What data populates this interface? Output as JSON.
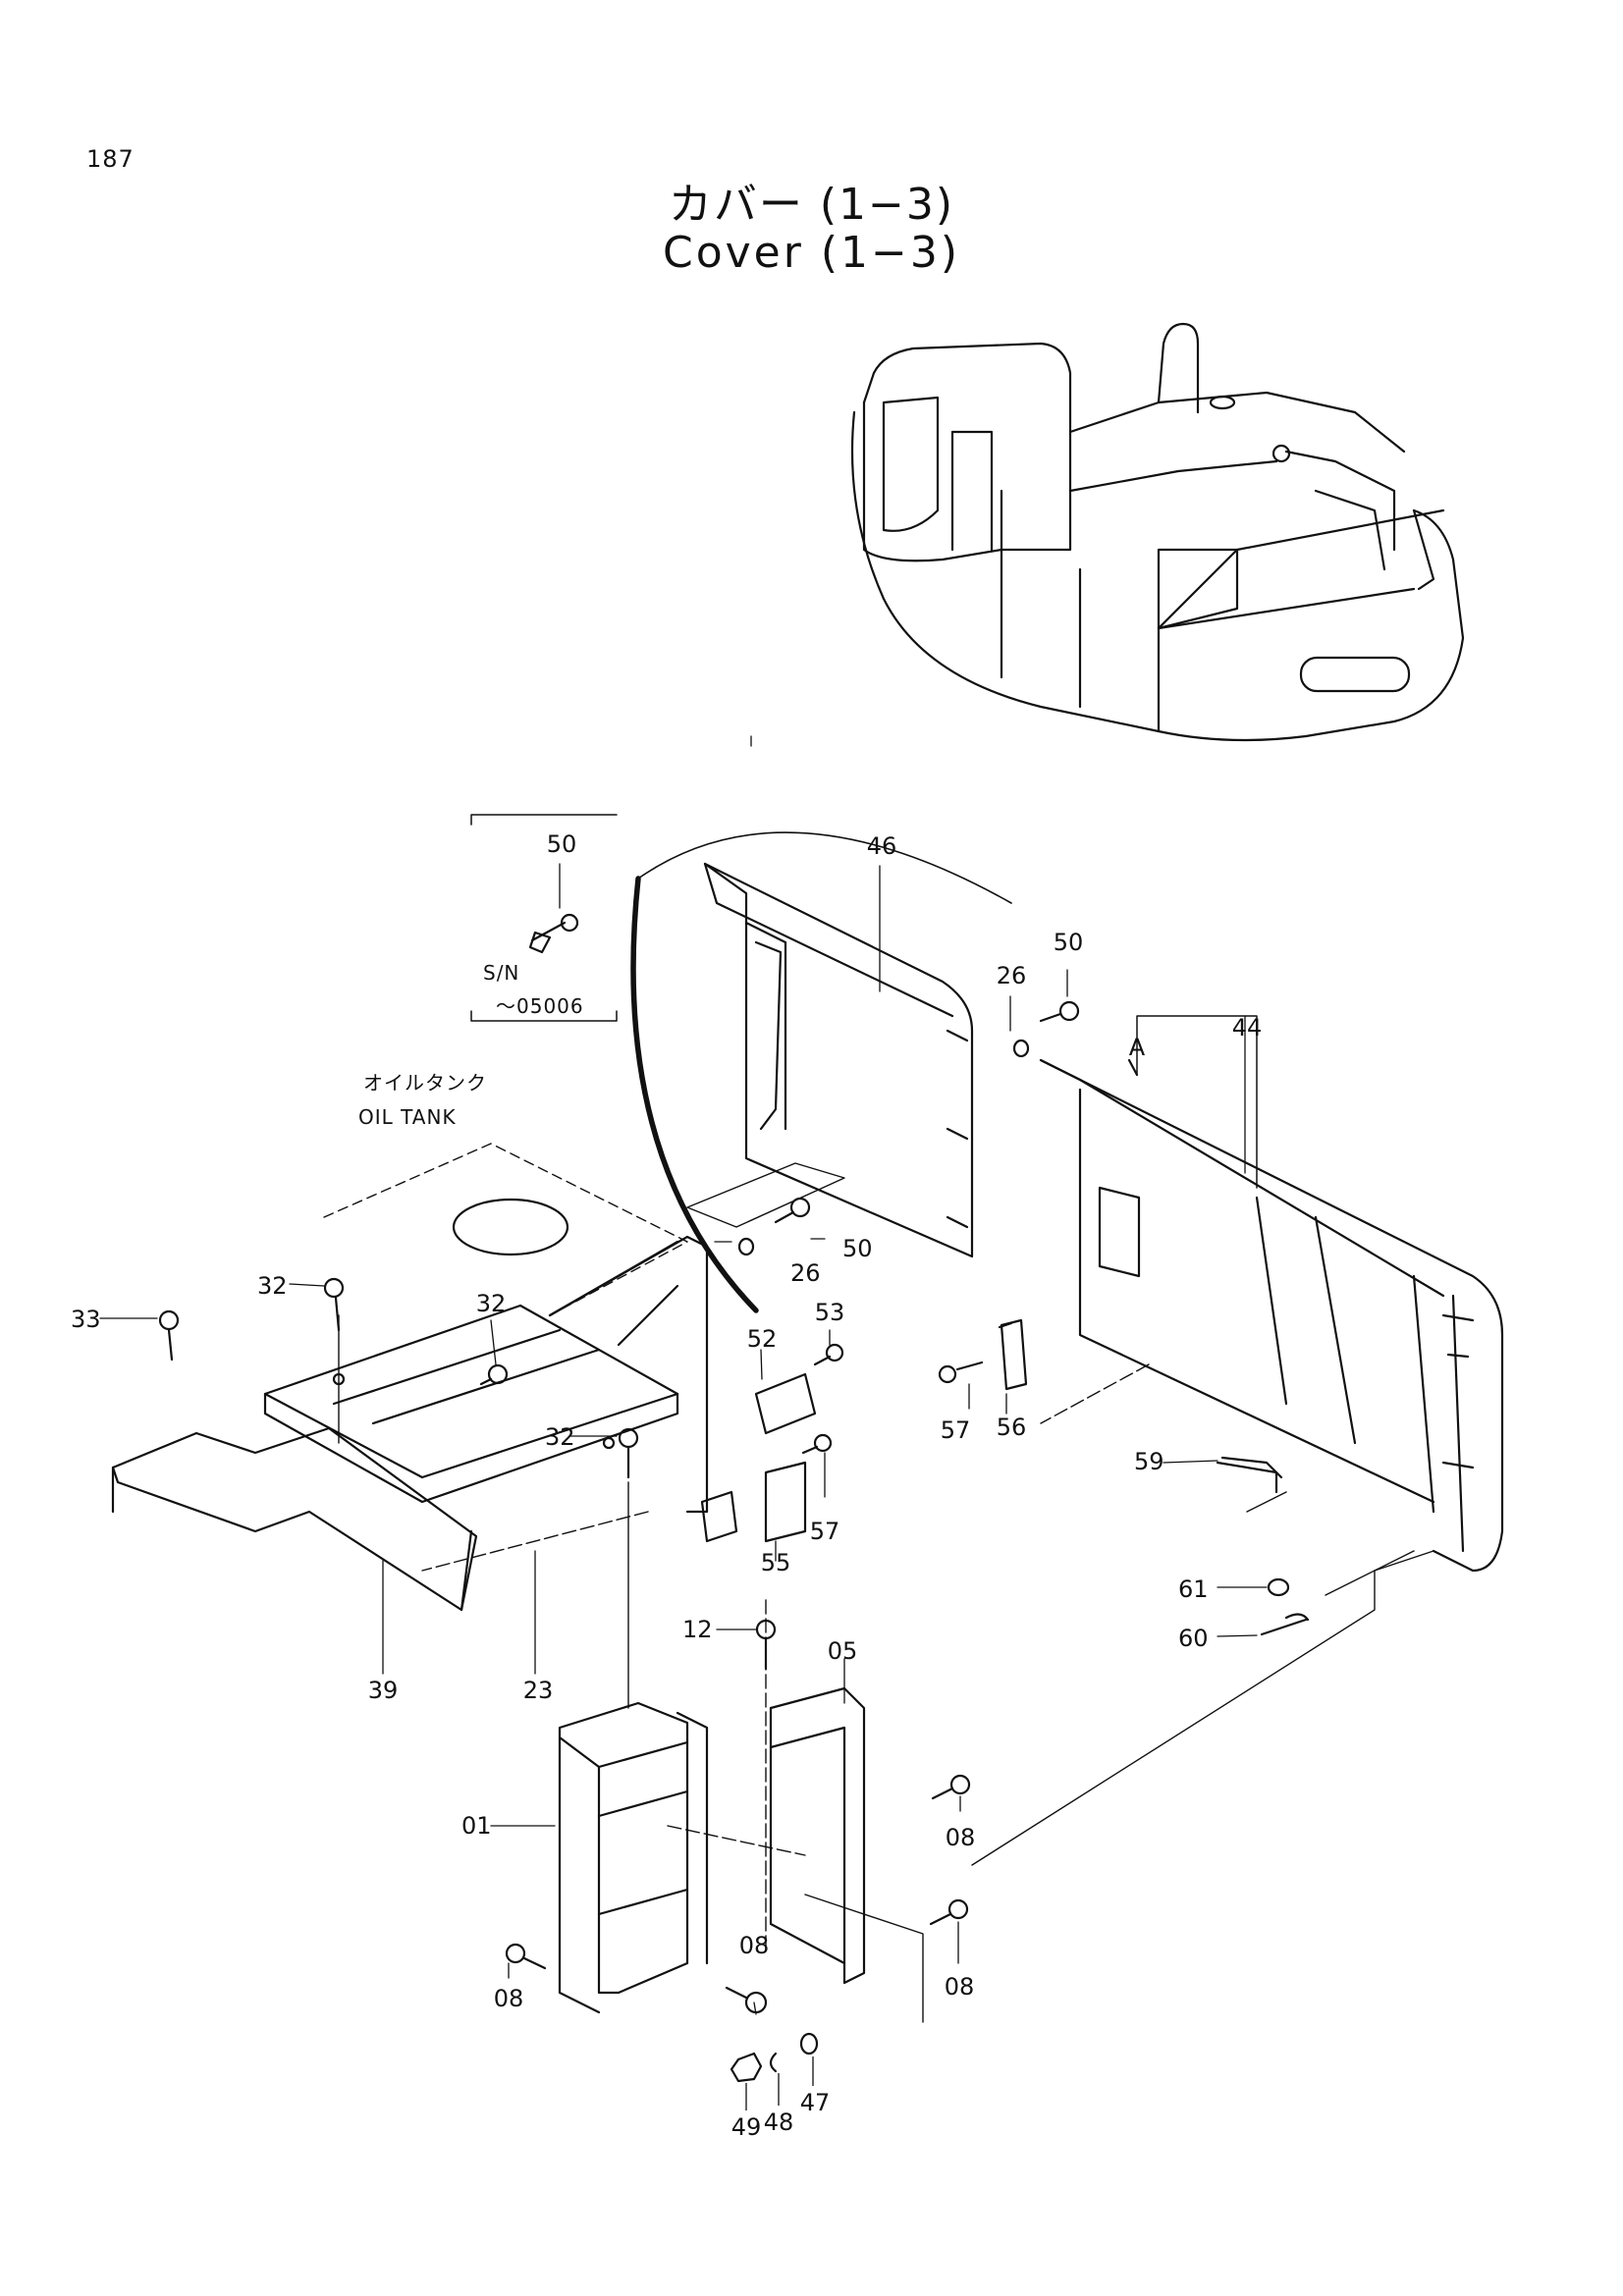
{
  "page": {
    "number": "187"
  },
  "title": {
    "japanese": "カバー (1−3)",
    "english": "Cover (1−3)"
  },
  "notes": {
    "serial_prefix": "S/N",
    "serial_range": "～05006",
    "oil_tank_jp": "オイルタンク",
    "oil_tank_en": "OIL TANK",
    "view_marker": "A"
  },
  "parts": {
    "p01": "01",
    "p05": "05",
    "p08a": "08",
    "p08b": "08",
    "p08c": "08",
    "p08d": "08",
    "p12": "12",
    "p23": "23",
    "p26a": "26",
    "p26b": "26",
    "p32a": "32",
    "p32b": "32",
    "p32c": "32",
    "p33": "33",
    "p39": "39",
    "p44": "44",
    "p46": "46",
    "p47": "47",
    "p48": "48",
    "p49": "49",
    "p50a": "50",
    "p50b": "50",
    "p50c": "50",
    "p52": "52",
    "p53": "53",
    "p55": "55",
    "p56": "56",
    "p57a": "57",
    "p57b": "57",
    "p59": "59",
    "p60": "60",
    "p61": "61"
  }
}
